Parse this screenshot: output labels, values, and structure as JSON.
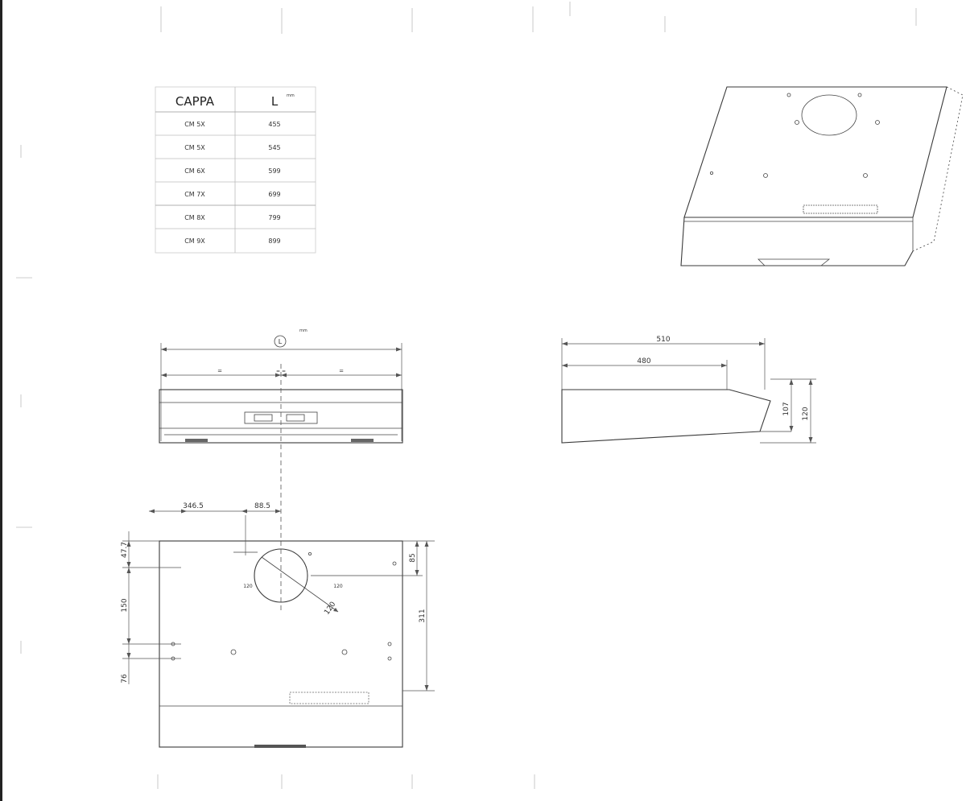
{
  "table": {
    "header": {
      "model": "CAPPA",
      "length": "L",
      "unit": "mm"
    },
    "rows": [
      {
        "model": "CM 5X",
        "length": "455"
      },
      {
        "model": "CM 5X",
        "length": "545"
      },
      {
        "model": "CM 6X",
        "length": "599"
      },
      {
        "model": "CM 7X",
        "length": "699"
      },
      {
        "model": "CM 8X",
        "length": "799"
      },
      {
        "model": "CM 9X",
        "length": "899"
      }
    ]
  },
  "front_view": {
    "length_symbol": "L",
    "unit": "mm",
    "half_marks": [
      "=",
      "="
    ],
    "center_mark": "= ="
  },
  "side_view": {
    "depth_total": "510",
    "depth_body": "480",
    "height_front": "107",
    "height_total": "120"
  },
  "top_view": {
    "offset_left": "346.5",
    "offset_center": "88.5",
    "top_margin": "47.7",
    "hole_spacing_v": "150",
    "bottom_margin": "76",
    "right_small": "85",
    "right_depth": "311",
    "duct_diameter": "120",
    "small_hole_left": "120",
    "small_hole_right": "120"
  },
  "colors": {
    "ink": "#3a3a3a",
    "paper": "#ffffff",
    "edge": "#222222"
  }
}
